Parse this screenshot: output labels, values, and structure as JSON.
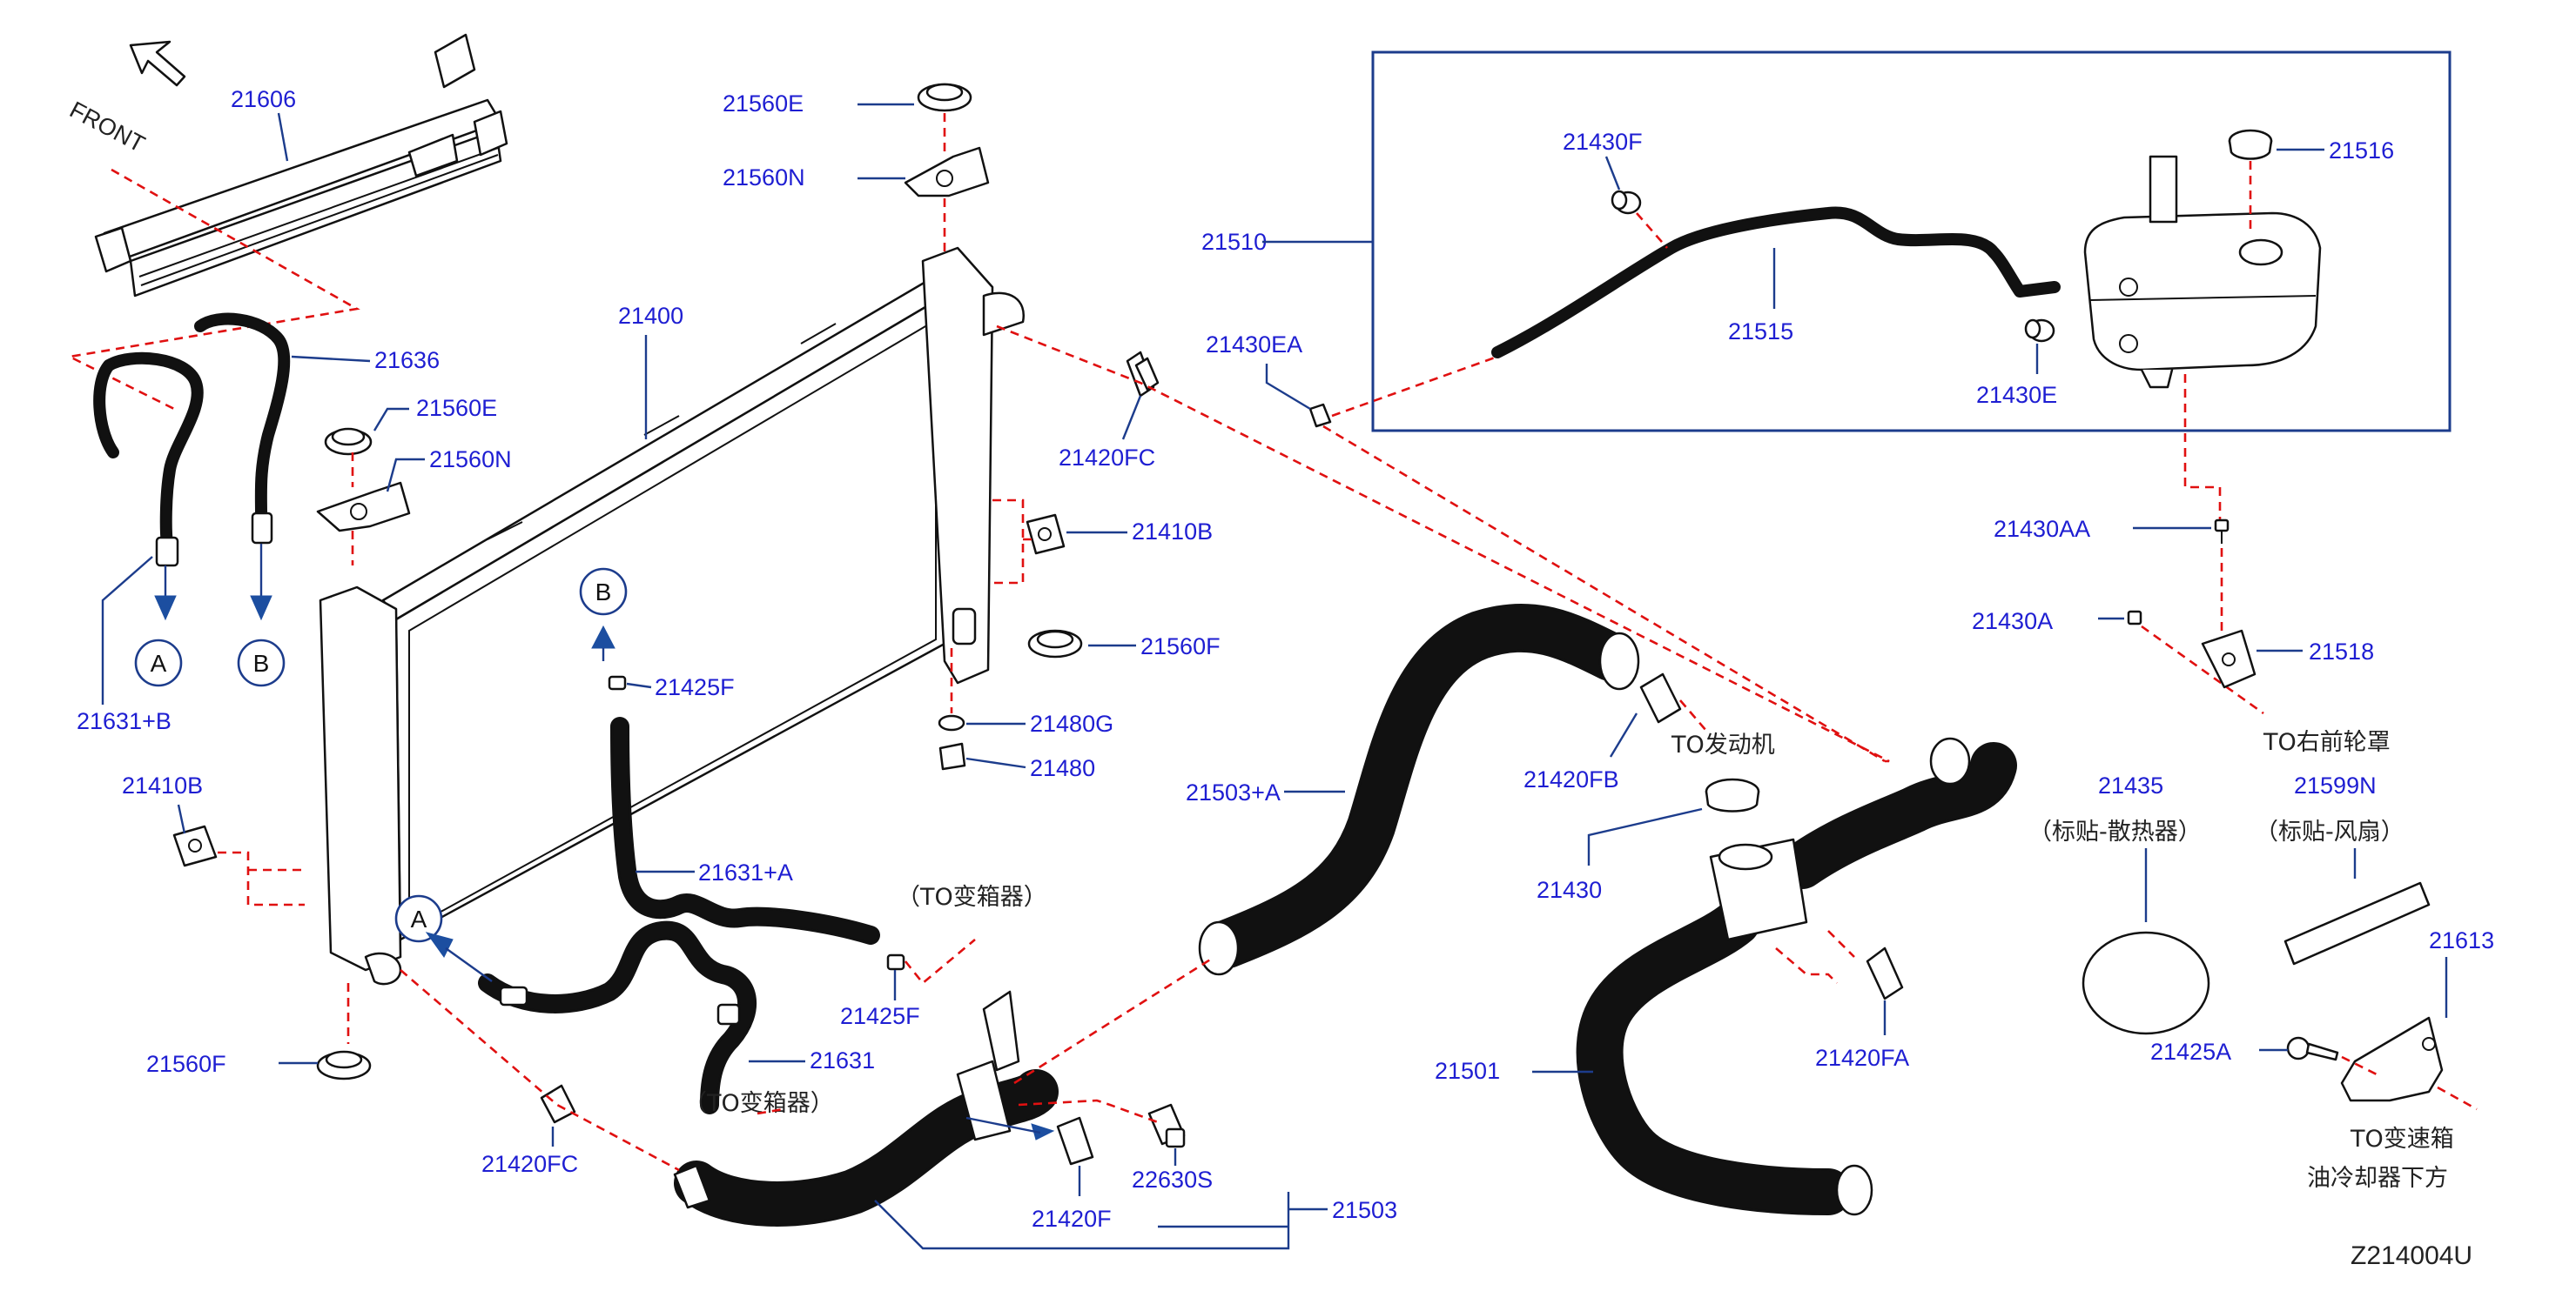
{
  "diagram": {
    "front_label": "FRONT",
    "figure_code": "Z214004U",
    "callouts": [
      "A",
      "B",
      "A",
      "B"
    ],
    "parts": {
      "p21606": "21606",
      "p21636": "21636",
      "p21560E_top": "21560E",
      "p21560N_top": "21560N",
      "p21560E_left": "21560E",
      "p21560N_left": "21560N",
      "p21400": "21400",
      "p21631B": "21631+B",
      "p21410B_right": "21410B",
      "p21410B_left": "21410B",
      "p21425F_top": "21425F",
      "p21425F_bot": "21425F",
      "p21631A": "21631+A",
      "p21631": "21631",
      "p21560F_right": "21560F",
      "p21560F_left": "21560F",
      "p21480G": "21480G",
      "p21480": "21480",
      "p21420FC_top": "21420FC",
      "p21420FC_bot": "21420FC",
      "p21510": "21510",
      "p21430F": "21430F",
      "p21515": "21515",
      "p21516": "21516",
      "p21430EA": "21430EA",
      "p21430E": "21430E",
      "p21430AA": "21430AA",
      "p21430A": "21430A",
      "p21518": "21518",
      "p21503A": "21503+A",
      "p21420FB": "21420FB",
      "p21430": "21430",
      "p21501": "21501",
      "p21420FA": "21420FA",
      "p21435": "21435",
      "p21599N": "21599N",
      "p21613": "21613",
      "p21425A": "21425A",
      "p21420F": "21420F",
      "p22630S": "22630S",
      "p21503": "21503"
    },
    "notes": {
      "to_front_wheel": "TO右前轮罩",
      "to_engine": "TO发动机",
      "to_trans_1": "（TO变箱器）",
      "to_trans_2": "（TO变箱器）",
      "label_radiator": "（标贴-散热器）",
      "label_fan": "（标贴-风扇）",
      "to_trans_cooler_1": "TO变速箱",
      "to_trans_cooler_2": "油冷却器下方"
    }
  }
}
